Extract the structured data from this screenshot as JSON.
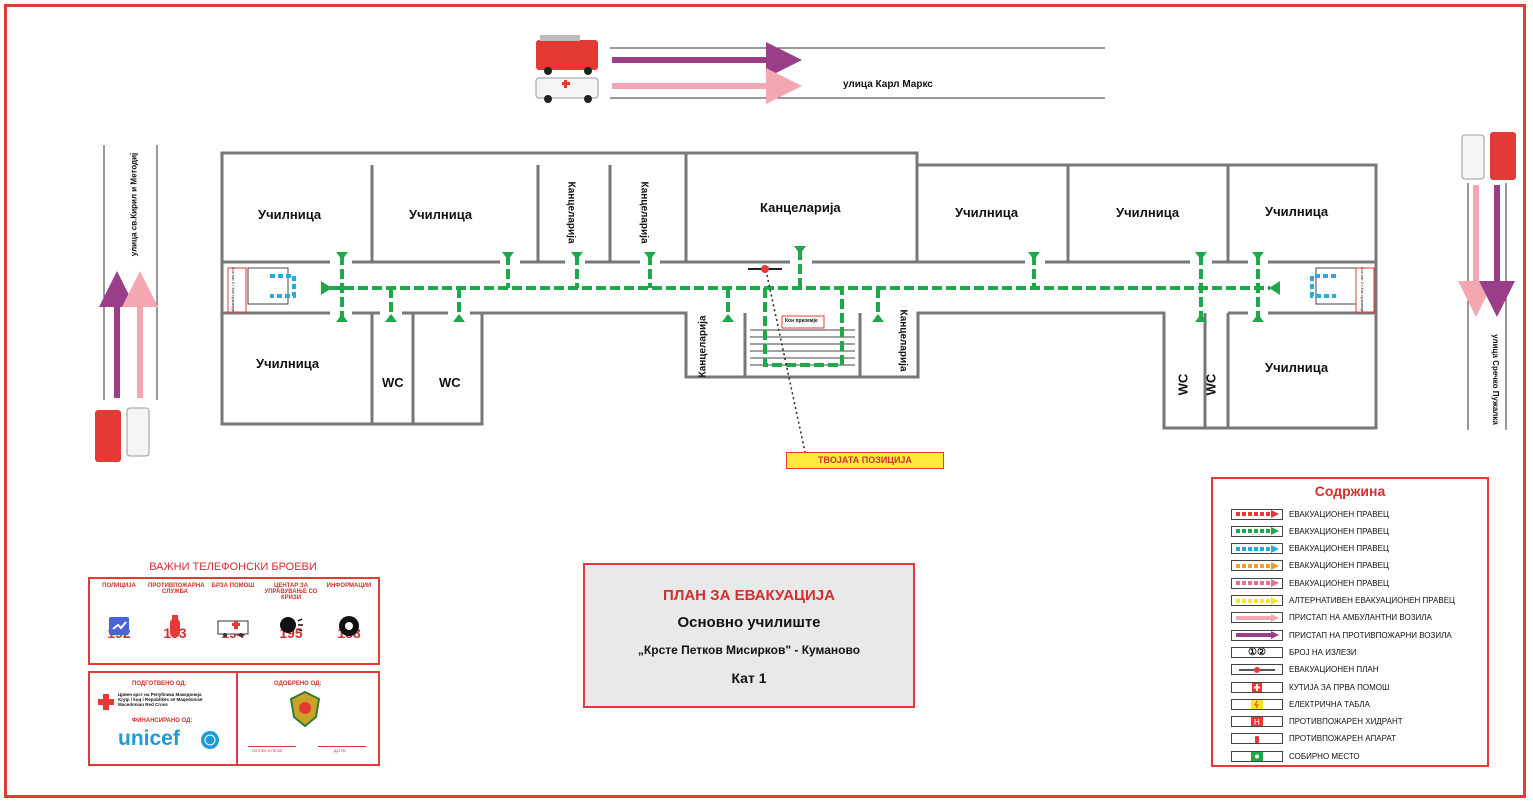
{
  "map": {
    "street_top": "улица Карл Маркс",
    "street_left": "улица св.Кирил и Методиј",
    "street_right": "улица Сречко Пужалка",
    "rooms": {
      "classroom": "Училница",
      "office": "Канцеларија",
      "wc": "WC",
      "stair_box": "Кон приземје",
      "stair_side_left": "Кон кат 2 / Кон приземје",
      "stair_side_right": "Кон кат 2 / Кон приземје"
    },
    "your_position": "ТВОЈАТА ПОЗИЦИЈА"
  },
  "legend": {
    "title": "Содржина",
    "items": [
      {
        "label": "ЕВАКУАЦИОНЕН ПРАВЕЦ",
        "color": "#e53935",
        "kind": "dash-arrow"
      },
      {
        "label": "ЕВАКУАЦИОНЕН ПРАВЕЦ",
        "color": "#1fa84a",
        "kind": "dash-arrow"
      },
      {
        "label": "ЕВАКУАЦИОНЕН ПРАВЕЦ",
        "color": "#29a8e0",
        "kind": "dash-arrow"
      },
      {
        "label": "ЕВАКУАЦИОНЕН ПРАВЕЦ",
        "color": "#f39c32",
        "kind": "dash-arrow"
      },
      {
        "label": "ЕВАКУАЦИОНЕН ПРАВЕЦ",
        "color": "#ee6f8a",
        "kind": "dash-arrow"
      },
      {
        "label": "АЛТЕРНАТИВЕН ЕВАКУАЦИОНЕН ПРАВЕЦ",
        "color": "#f5e52a",
        "kind": "dash-arrow"
      },
      {
        "label": "ПРИСТАП НА АМБУЛАНТНИ ВОЗИЛА",
        "color": "#f4a7b0",
        "kind": "arrow"
      },
      {
        "label": "ПРИСТАП НА ПРОТИВПОЖАРНИ ВОЗИЛА",
        "color": "#9b3e8a",
        "kind": "arrow"
      },
      {
        "label": "БРОЈ НА ИЗЛЕЗИ",
        "symbol": "① ②"
      },
      {
        "label": "ЕВАКУАЦИОНЕН ПЛАН",
        "symbol": "plan"
      },
      {
        "label": "КУТИЈА ЗА ПРВА ПОМОШ",
        "symbol": "firstaid"
      },
      {
        "label": "ЕЛЕКТРИЧНА ТАБЛА",
        "symbol": "electric"
      },
      {
        "label": "ПРОТИВПОЖАРЕН ХИДРАНТ",
        "symbol": "hydrant"
      },
      {
        "label": "ПРОТИВПОЖАРЕН АПАРАТ",
        "symbol": "extinguisher"
      },
      {
        "label": "СОБИРНО МЕСТО",
        "symbol": "assembly"
      }
    ]
  },
  "title_box": {
    "title": "ПЛАН ЗА ЕВАКУАЦИЈА",
    "school": "Основно училиште",
    "name": "„Крсте Петков Мисирков\" - Куманово",
    "floor": "Кат 1"
  },
  "phones": {
    "heading": "ВАЖНИ ТЕЛЕФОНСКИ БРОЕВИ",
    "items": [
      {
        "label": "ПОЛИЦИЈА",
        "number": "192",
        "icon": "police-icon"
      },
      {
        "label": "ПРОТИВПОЖАРНА СЛУЖБА",
        "number": "193",
        "icon": "fire-extinguisher-icon"
      },
      {
        "label": "БРЗА ПОМОШ",
        "number": "194",
        "icon": "ambulance-icon"
      },
      {
        "label": "ЦЕНТАР ЗА УПРАВУВАЊЕ СО КРИЗИ",
        "number": "195",
        "icon": "speaking-head-icon"
      },
      {
        "label": "ИНФОРМАЦИИ",
        "number": "188",
        "icon": "rotary-phone-icon"
      }
    ]
  },
  "prepared": {
    "prepared_by": "ПОДГОТВЕНО ОД:",
    "org_lines": [
      "Црвен крст на Република Македонија",
      "Kryqi i kuq i Republikës së Maqedonisë",
      "Macedonian Red Cross"
    ],
    "financed_by": "ФИНАНСИРАНО ОД:",
    "unicef": "unicef",
    "approved_by": "ОДОБРЕНО ОД:",
    "sign_left": "ПОТПИС И ПЕЧАТ",
    "sign_right": "ДАТУМ"
  },
  "colors": {
    "border": "#e53935",
    "route": "#1fa84a",
    "stair_route": "#29a8e0",
    "fire_access": "#9b3e8a",
    "ambulance_access": "#f4a7b0"
  }
}
